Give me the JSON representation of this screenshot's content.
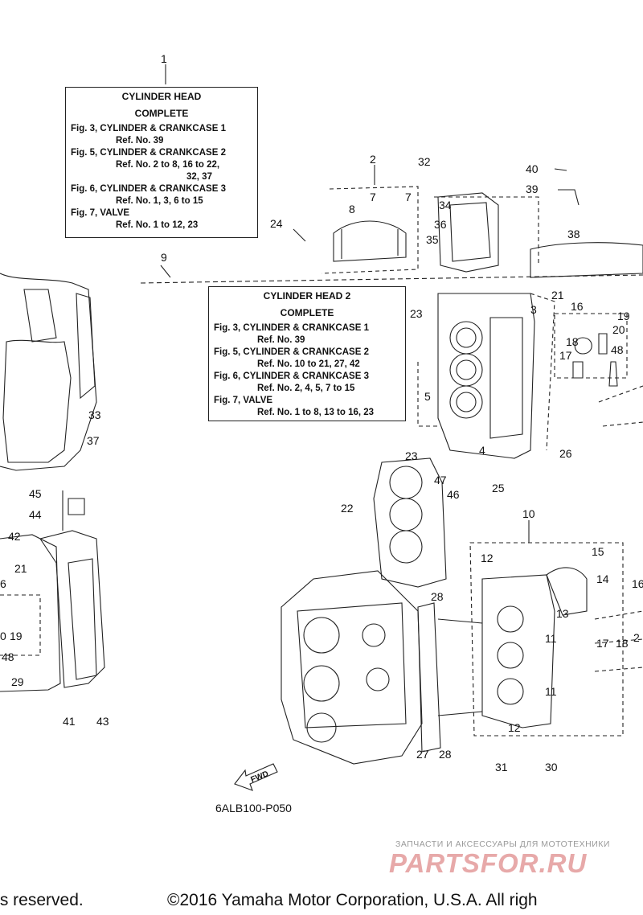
{
  "box1": {
    "title": "CYLINDER  HEAD",
    "subtitle": "COMPLETE",
    "lines": [
      "Fig. 3, CYLINDER & CRANKCASE 1",
      "Ref. No. 39",
      "Fig. 5, CYLINDER & CRANKCASE 2",
      "Ref. No. 2 to 8, 16 to 22,",
      "32, 37",
      "Fig. 6, CYLINDER & CRANKCASE 3",
      "Ref. No. 1, 3, 6 to 15",
      "Fig. 7, VALVE",
      "Ref. No. 1 to 12, 23"
    ]
  },
  "box2": {
    "title": "CYLINDER  HEAD 2",
    "subtitle": "COMPLETE",
    "lines": [
      "Fig. 3, CYLINDER & CRANKCASE 1",
      "Ref. No. 39",
      "Fig. 5, CYLINDER & CRANKCASE 2",
      "Ref. No. 10 to 21, 27, 42",
      "Fig. 6, CYLINDER & CRANKCASE 3",
      "Ref. No. 2, 4, 5, 7 to 15",
      "Fig. 7, VALVE",
      "Ref. No. 1 to 8, 13 to 16, 23"
    ]
  },
  "callouts": [
    "1",
    "2",
    "32",
    "40",
    "39",
    "7",
    "7",
    "34",
    "8",
    "36",
    "35",
    "38",
    "24",
    "9",
    "3",
    "21",
    "16",
    "19",
    "20",
    "23",
    "18",
    "17",
    "48",
    "5",
    "4",
    "23",
    "47",
    "46",
    "25",
    "26",
    "33",
    "37",
    "45",
    "44",
    "22",
    "10",
    "12",
    "15",
    "14",
    "16",
    "42",
    "21",
    "6",
    "28",
    "13",
    "11",
    "17",
    "18",
    "2",
    "0",
    "19",
    "48",
    "11",
    "29",
    "41",
    "43",
    "27",
    "28",
    "12",
    "31",
    "30",
    "FWD"
  ],
  "figure_code": "6ALB100-P050",
  "footer_left": "ts reserved.",
  "footer_right": "©2016 Yamaha Motor Corporation, U.S.A. All righ",
  "watermark_top": "ЗАПЧАСТИ И АКСЕССУАРЫ ДЛЯ МОТОТЕХНИКИ",
  "watermark_logo": "PARTSFOR.RU",
  "colors": {
    "ink": "#111111",
    "watermark_logo": "#e7a9a9",
    "watermark_text": "#9a9a9a"
  }
}
